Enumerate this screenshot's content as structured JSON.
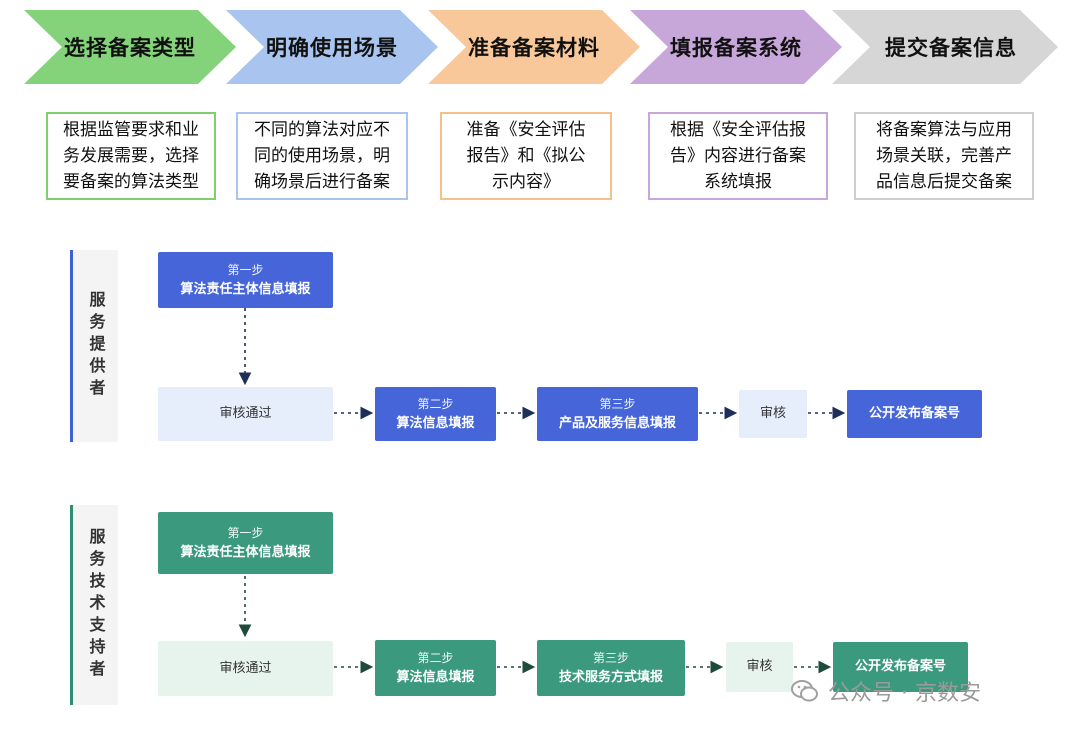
{
  "colors": {
    "chevrons": [
      "#84d27a",
      "#a9c4ee",
      "#f9c89a",
      "#c7a6d9",
      "#d6d6d6"
    ],
    "desc_borders": [
      "#7fd06a",
      "#a9c4ee",
      "#f5c08c",
      "#c7a6d9",
      "#cfcfcf"
    ],
    "blue": "#4665d9",
    "blue_light": "#e6eefc",
    "green": "#3b9a7d",
    "green_light": "#e7f4ee"
  },
  "steps": [
    {
      "label": "选择备案类型",
      "desc": [
        "根据监管要求和业",
        "务发展需要，选择",
        "要备案的算法类型"
      ]
    },
    {
      "label": "明确使用场景",
      "desc": [
        "不同的算法对应不",
        "同的使用场景，明",
        "确场景后进行备案"
      ]
    },
    {
      "label": "准备备案材料",
      "desc": [
        "准备《安全评估",
        "报告》和《拟公",
        "示内容》"
      ]
    },
    {
      "label": "填报备案系统",
      "desc": [
        "根据《安全评估报",
        "告》内容进行备案",
        "系统填报"
      ]
    },
    {
      "label": "提交备案信息",
      "desc": [
        "将备案算法与应用",
        "场景关联，完善产",
        "品信息后提交备案"
      ]
    }
  ],
  "lanes": [
    {
      "label": "服务提供者",
      "step1": {
        "sub": "第一步",
        "main": "算法责任主体信息填报"
      },
      "approve": "审核通过",
      "step2": {
        "sub": "第二步",
        "main": "算法信息填报"
      },
      "step3": {
        "sub": "第三步",
        "main": "产品及服务信息填报"
      },
      "review": "审核",
      "publish": "公开发布备案号"
    },
    {
      "label": "服务技术支持者",
      "step1": {
        "sub": "第一步",
        "main": "算法责任主体信息填报"
      },
      "approve": "审核通过",
      "step2": {
        "sub": "第二步",
        "main": "算法信息填报"
      },
      "step3": {
        "sub": "第三步",
        "main": "技术服务方式填报"
      },
      "review": "审核",
      "publish": "公开发布备案号"
    }
  ],
  "watermark": {
    "text": "公众号 · 京数安",
    "icon": "wechat-icon"
  }
}
